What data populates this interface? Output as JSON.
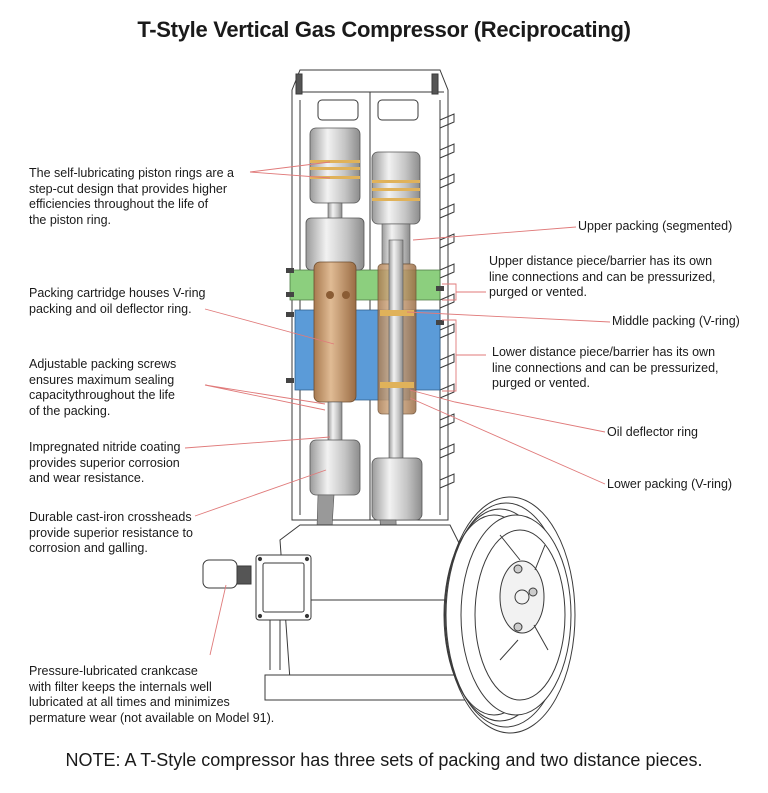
{
  "title": "T-Style Vertical Gas Compressor (Reciprocating)",
  "note": "NOTE: A T-Style compressor has three sets of packing and two distance pieces.",
  "colors": {
    "leader_line": "#e07a7a",
    "piston_ring": "#e0b25a",
    "packing_cartridge": "#c89a6c",
    "upper_distance_piece": "#8ccf7e",
    "lower_distance_piece": "#5b9bd8",
    "metal": "#c8c8c8",
    "outline": "#3a3a3a"
  },
  "callouts_left": [
    {
      "id": "piston-rings",
      "lines": [
        "The self-lubricating piston rings are a",
        "step-cut design that provides higher",
        "efficiencies throughout the life of",
        "the piston ring."
      ]
    },
    {
      "id": "packing-cartridge",
      "lines": [
        "Packing cartridge houses V-ring",
        "packing and oil deflector ring."
      ]
    },
    {
      "id": "packing-screws",
      "lines": [
        "Adjustable packing screws",
        "ensures maximum sealing",
        "capacitythroughout the life",
        "of the packing."
      ]
    },
    {
      "id": "nitride-coating",
      "lines": [
        "Impregnated nitride coating",
        "provides superior corrosion",
        "and wear resistance."
      ]
    },
    {
      "id": "crossheads",
      "lines": [
        "Durable cast-iron crossheads",
        "provide superior resistance to",
        "corrosion and galling."
      ]
    },
    {
      "id": "crankcase",
      "lines": [
        "Pressure-lubricated crankcase",
        "with filter keeps the internals well",
        "lubricated at all times and minimizes",
        "permature wear (not available on Model 91)."
      ]
    }
  ],
  "callouts_right": [
    {
      "id": "upper-packing",
      "lines": [
        "Upper packing (segmented)"
      ]
    },
    {
      "id": "upper-distance-piece",
      "lines": [
        "Upper distance piece/barrier has its own",
        "line connections and can be pressurized,",
        "purged or vented."
      ]
    },
    {
      "id": "middle-packing",
      "lines": [
        "Middle packing (V-ring)"
      ]
    },
    {
      "id": "lower-distance-piece",
      "lines": [
        "Lower distance piece/barrier has its own",
        "line connections and can be pressurized,",
        "purged or vented."
      ]
    },
    {
      "id": "oil-deflector",
      "lines": [
        "Oil deflector ring"
      ]
    },
    {
      "id": "lower-packing",
      "lines": [
        "Lower packing (V-ring)"
      ]
    }
  ]
}
